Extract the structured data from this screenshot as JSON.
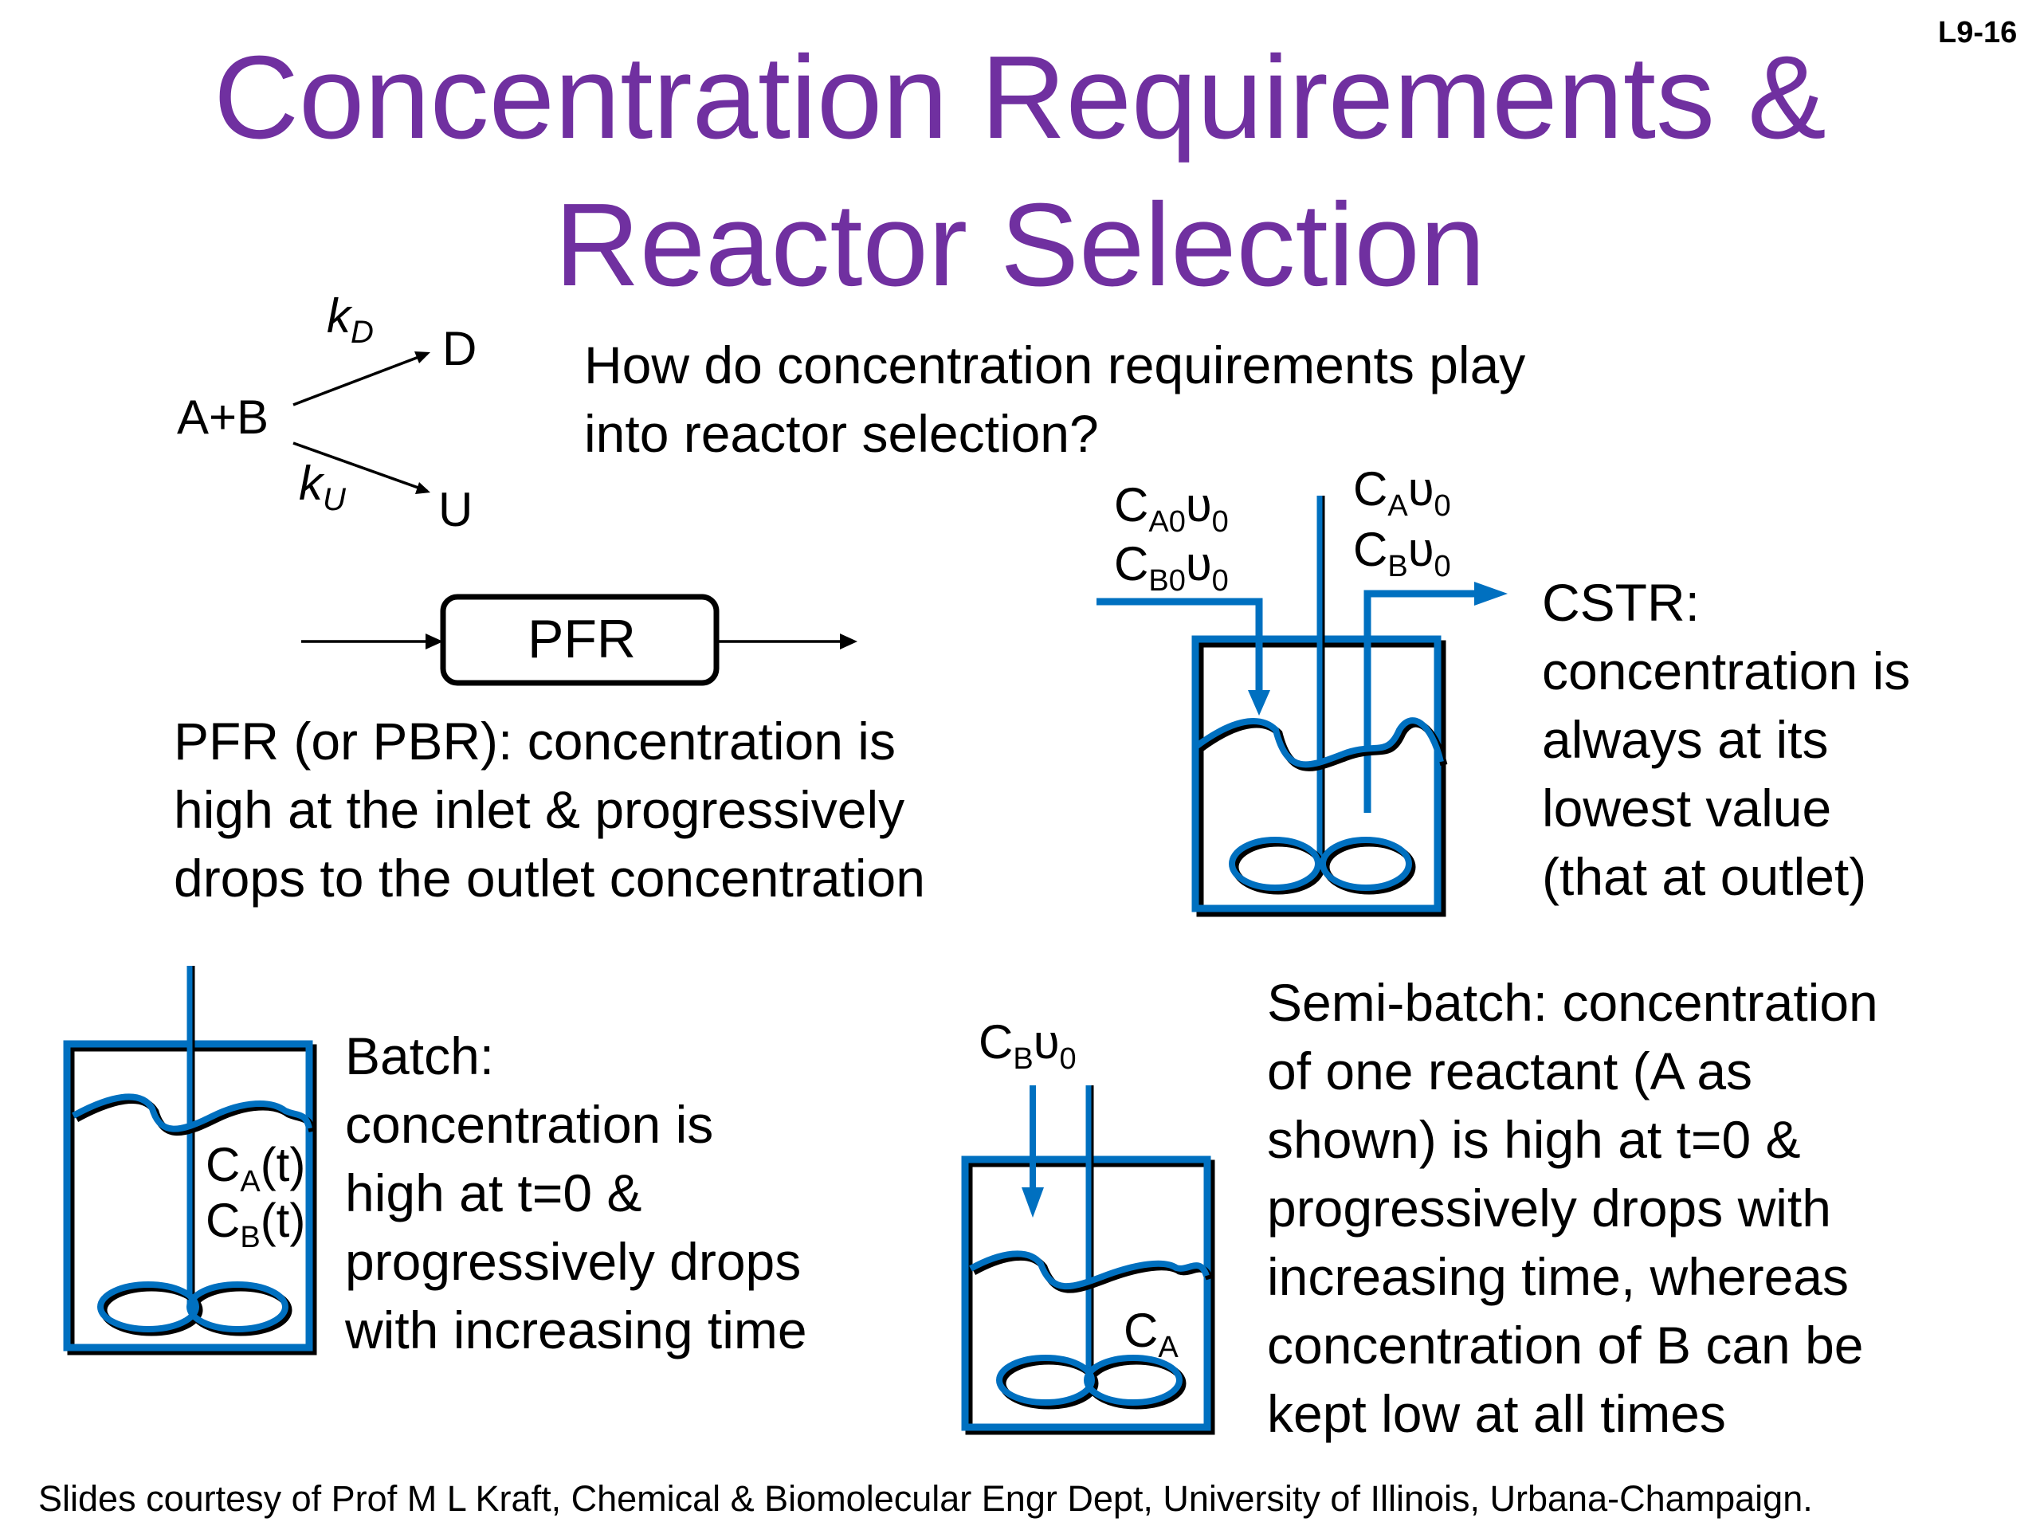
{
  "slide_number": "L9-16",
  "title": {
    "line1": "Concentration Requirements &",
    "line2": "Reactor Selection"
  },
  "reaction": {
    "reactants": "A+B",
    "product_desired": "D",
    "product_undesired": "U",
    "k_desired": {
      "base": "k",
      "sub": "D"
    },
    "k_undesired": {
      "base": "k",
      "sub": "U"
    }
  },
  "question": {
    "line1": "How do concentration requirements play",
    "line2": "into reactor selection?"
  },
  "pfr": {
    "box_label": "PFR",
    "desc_line1": "PFR (or PBR): concentration is",
    "desc_line2": "high at the inlet & progressively",
    "desc_line3": "drops to the outlet concentration"
  },
  "cstr": {
    "feed_a": {
      "base": "C",
      "sub1": "A0",
      "nu": "υ",
      "sub2": "0"
    },
    "feed_b": {
      "base": "C",
      "sub1": "B0",
      "nu": "υ",
      "sub2": "0"
    },
    "out_a": {
      "base": "C",
      "sub1": "A",
      "nu": "υ",
      "sub2": "0"
    },
    "out_b": {
      "base": "C",
      "sub1": "B",
      "nu": "υ",
      "sub2": "0"
    },
    "desc_line1": "CSTR:",
    "desc_line2": "concentration is",
    "desc_line3": "always at its",
    "desc_line4": "lowest value",
    "desc_line5": "(that at outlet)"
  },
  "batch": {
    "ca": {
      "base": "C",
      "sub": "A",
      "tail": "(t)"
    },
    "cb": {
      "base": "C",
      "sub": "B",
      "tail": "(t)"
    },
    "desc_line1": "Batch:",
    "desc_line2": "concentration is",
    "desc_line3": "high at t=0 &",
    "desc_line4": "progressively drops",
    "desc_line5": "with increasing time"
  },
  "semibatch": {
    "feed_b": {
      "base": "C",
      "sub1": "B",
      "nu": "υ",
      "sub2": "0"
    },
    "ca": {
      "base": "C",
      "sub": "A"
    },
    "desc_line1": "Semi-batch: concentration",
    "desc_line2": "of one reactant (A as",
    "desc_line3": "shown) is high at t=0 &",
    "desc_line4": "progressively drops with",
    "desc_line5": "increasing time, whereas",
    "desc_line6": "concentration of B can be",
    "desc_line7": "kept low at all times"
  },
  "footer": "Slides courtesy of Prof M L Kraft, Chemical & Biomolecular Engr Dept, University of Illinois, Urbana-Champaign.",
  "colors": {
    "title": "#7030a0",
    "reactor": "#0070c0",
    "reactor_shadow": "#000000",
    "text": "#000000"
  }
}
